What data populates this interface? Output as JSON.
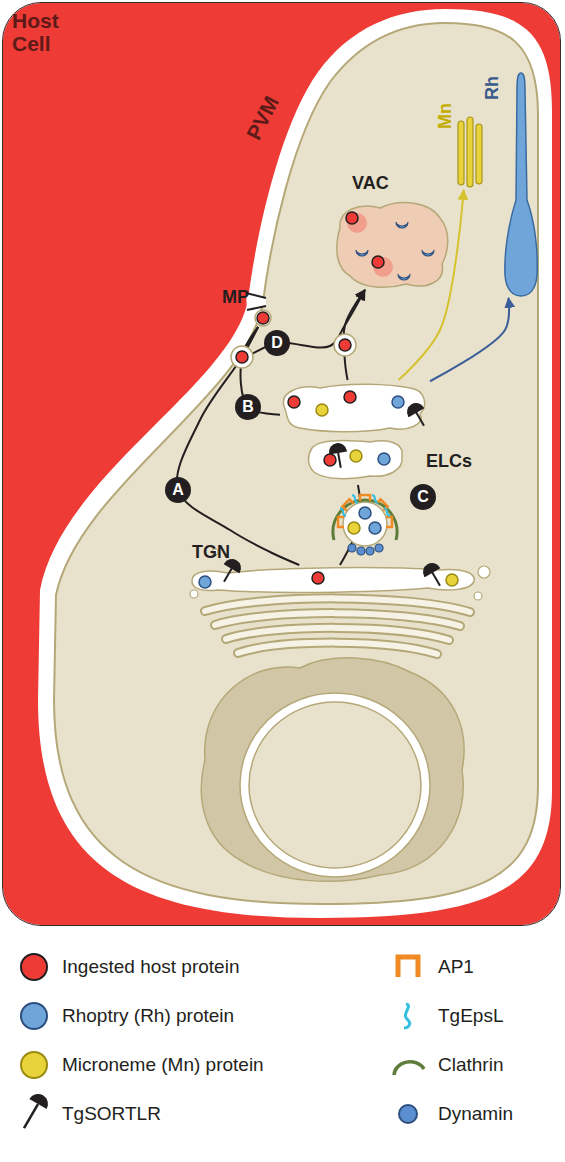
{
  "diagram": {
    "nodes": [
      {
        "text": [
          "Host Cell"
        ]
      },
      {
        "text": [
          "Rh"
        ],
        "in": 0
      },
      {
        "text": [
          "Mn"
        ],
        "in": 0
      },
      {
        "text": [
          "VAC"
        ],
        "in": 0
      },
      {
        "text": [
          "MP"
        ],
        "in": 0
      },
      {
        "text": [
          "D"
        ],
        "in": 0
      },
      {
        "text": [
          "B"
        ],
        "in": 0
      },
      {
        "text": [
          "ELCs"
        ],
        "in": 0
      },
      {
        "text": [
          "A"
        ],
        "in": 0
      },
      {
        "text": [
          "C"
        ],
        "in": 0
      },
      {
        "text": [
          "TGN"
        ],
        "in": 0
      }
    ],
    "edges": [
      {
        "from": 4,
        "to": 10,
        "arrow": "none"
      },
      {
        "from": 4,
        "to": 7,
        "arrow": "none"
      },
      {
        "from": 4,
        "to": 3,
        "arrow": "to"
      },
      {
        "from": 7,
        "to": 3,
        "arrow": "to"
      },
      {
        "from": 10,
        "to": 7,
        "arrow": "none"
      },
      {
        "from": 7,
        "to": 2,
        "arrow": "to"
      },
      {
        "from": 7,
        "to": 1,
        "arrow": "to"
      }
    ],
    "labels": [
      "PVM"
    ],
    "legend": [
      {
        "text": "Ingested host protein",
        "color": "#ee3b35"
      },
      {
        "text": "Rhoptry (Rh) protein",
        "color": "#6fa5d8"
      },
      {
        "text": "Microneme (Mn) protein",
        "color": "#e8d43a"
      },
      {
        "text": "TgSORTLR"
      },
      {
        "text": "AP1"
      },
      {
        "text": "TgEpsL"
      },
      {
        "text": "Clathrin"
      },
      {
        "text": "Dynamin",
        "color": "#5b8fcf"
      }
    ]
  }
}
